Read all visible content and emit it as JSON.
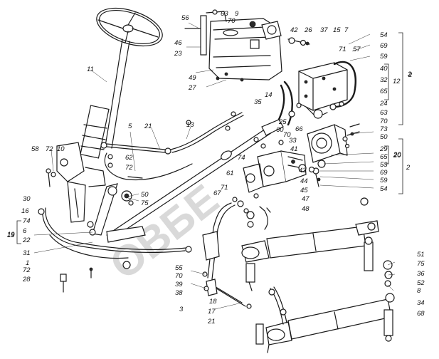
{
  "diagram": {
    "labels": [
      "56",
      "63",
      "9",
      "70",
      "46",
      "23",
      "49",
      "27",
      "42",
      "26",
      "37",
      "15",
      "7",
      "54",
      "69",
      "57",
      "71",
      "59",
      "40",
      "12",
      "32",
      "2",
      "65",
      "24",
      "63",
      "70",
      "73",
      "50",
      "11",
      "35",
      "14",
      "25",
      "60",
      "70",
      "33",
      "41",
      "66",
      "29",
      "65",
      "20",
      "53",
      "69",
      "59",
      "54",
      "5",
      "21",
      "13",
      "58",
      "72",
      "10",
      "62",
      "72",
      "74",
      "61",
      "67",
      "71",
      "47",
      "48",
      "43",
      "44",
      "45",
      "50",
      "75",
      "30",
      "16",
      "74",
      "19",
      "6",
      "22",
      "31",
      "1",
      "72",
      "28",
      "55",
      "70",
      "39",
      "38",
      "3",
      "18",
      "17",
      "21",
      "51",
      "75",
      "36",
      "52",
      "8",
      "34",
      "68"
    ],
    "bracket_labels": [
      "2",
      "12",
      "2",
      "20",
      "2",
      "19"
    ],
    "watermark": "ОВБЕ"
  }
}
